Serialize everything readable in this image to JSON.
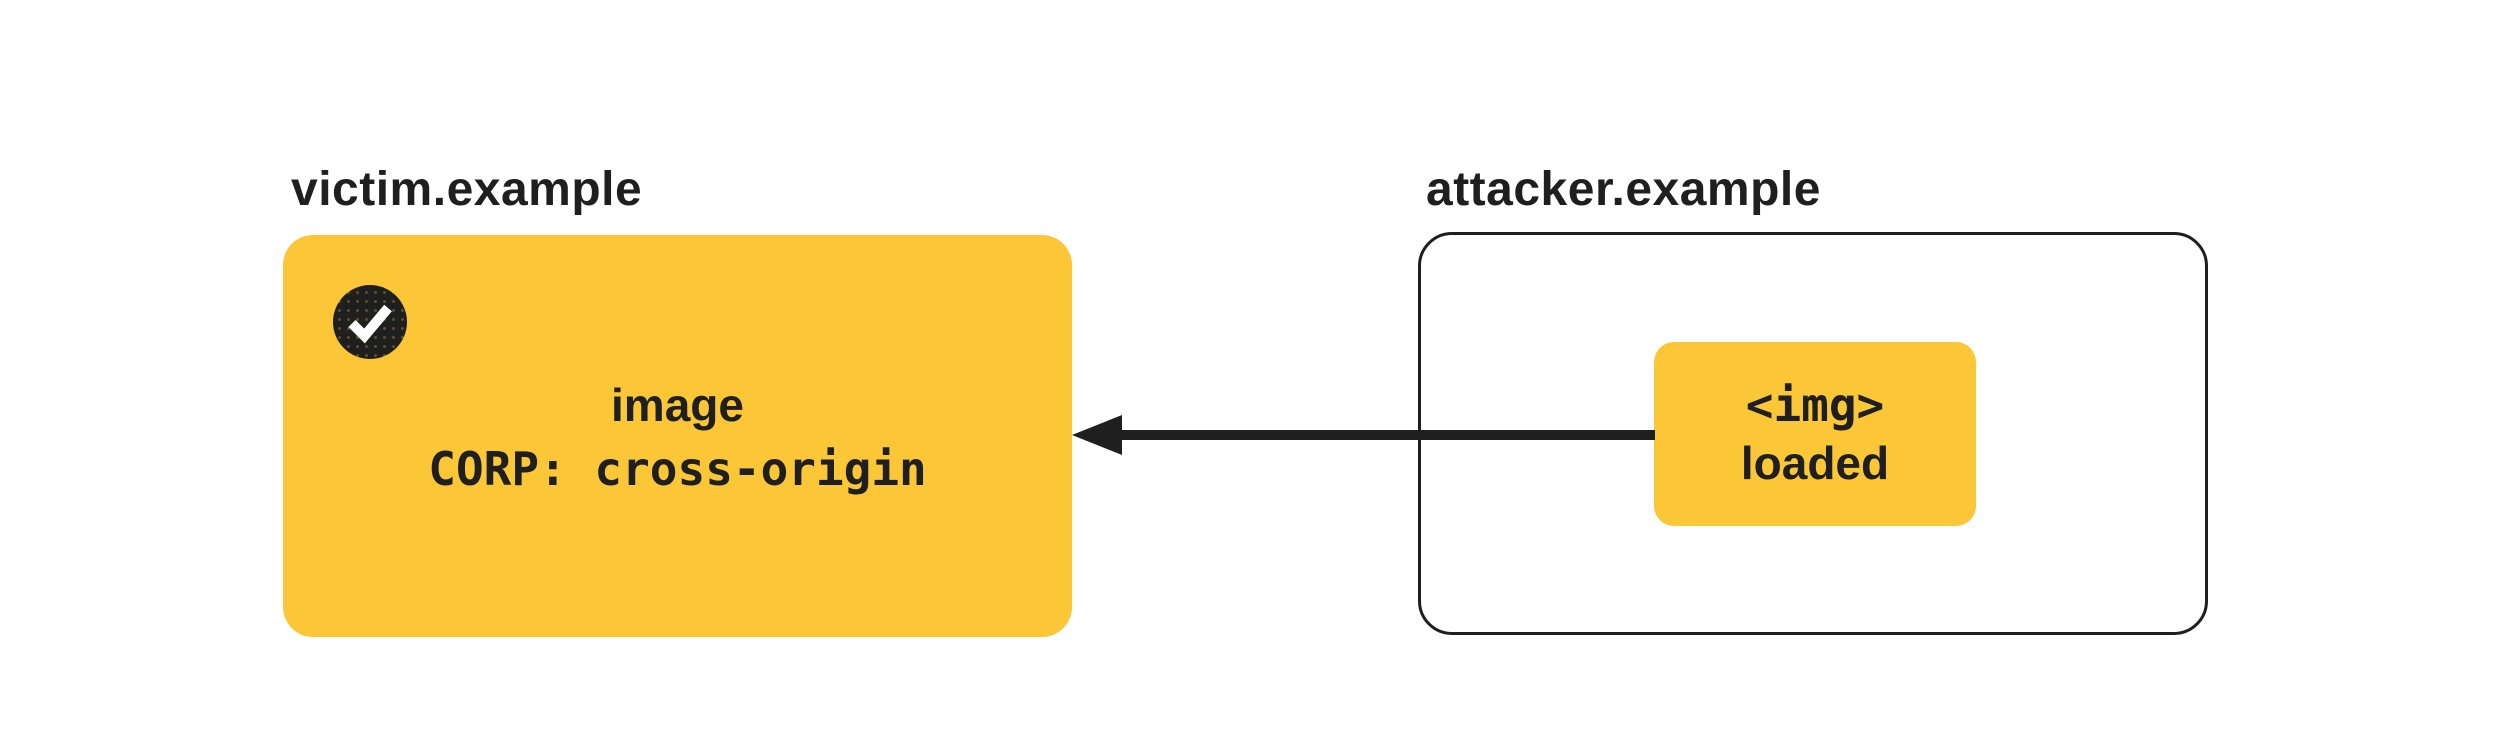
{
  "colors": {
    "accent_yellow": "#FBC737",
    "ink": "#1E1F1E",
    "background": "#FFFFFF"
  },
  "victim": {
    "domain_label": "victim.example",
    "status_icon": "check-icon",
    "lines": {
      "resource": "image",
      "policy": "CORP: cross-origin"
    }
  },
  "attacker": {
    "domain_label": "attacker.example",
    "chip": {
      "tag": "<img>",
      "status": "loaded"
    }
  },
  "arrow": {
    "direction": "attacker-to-victim"
  }
}
